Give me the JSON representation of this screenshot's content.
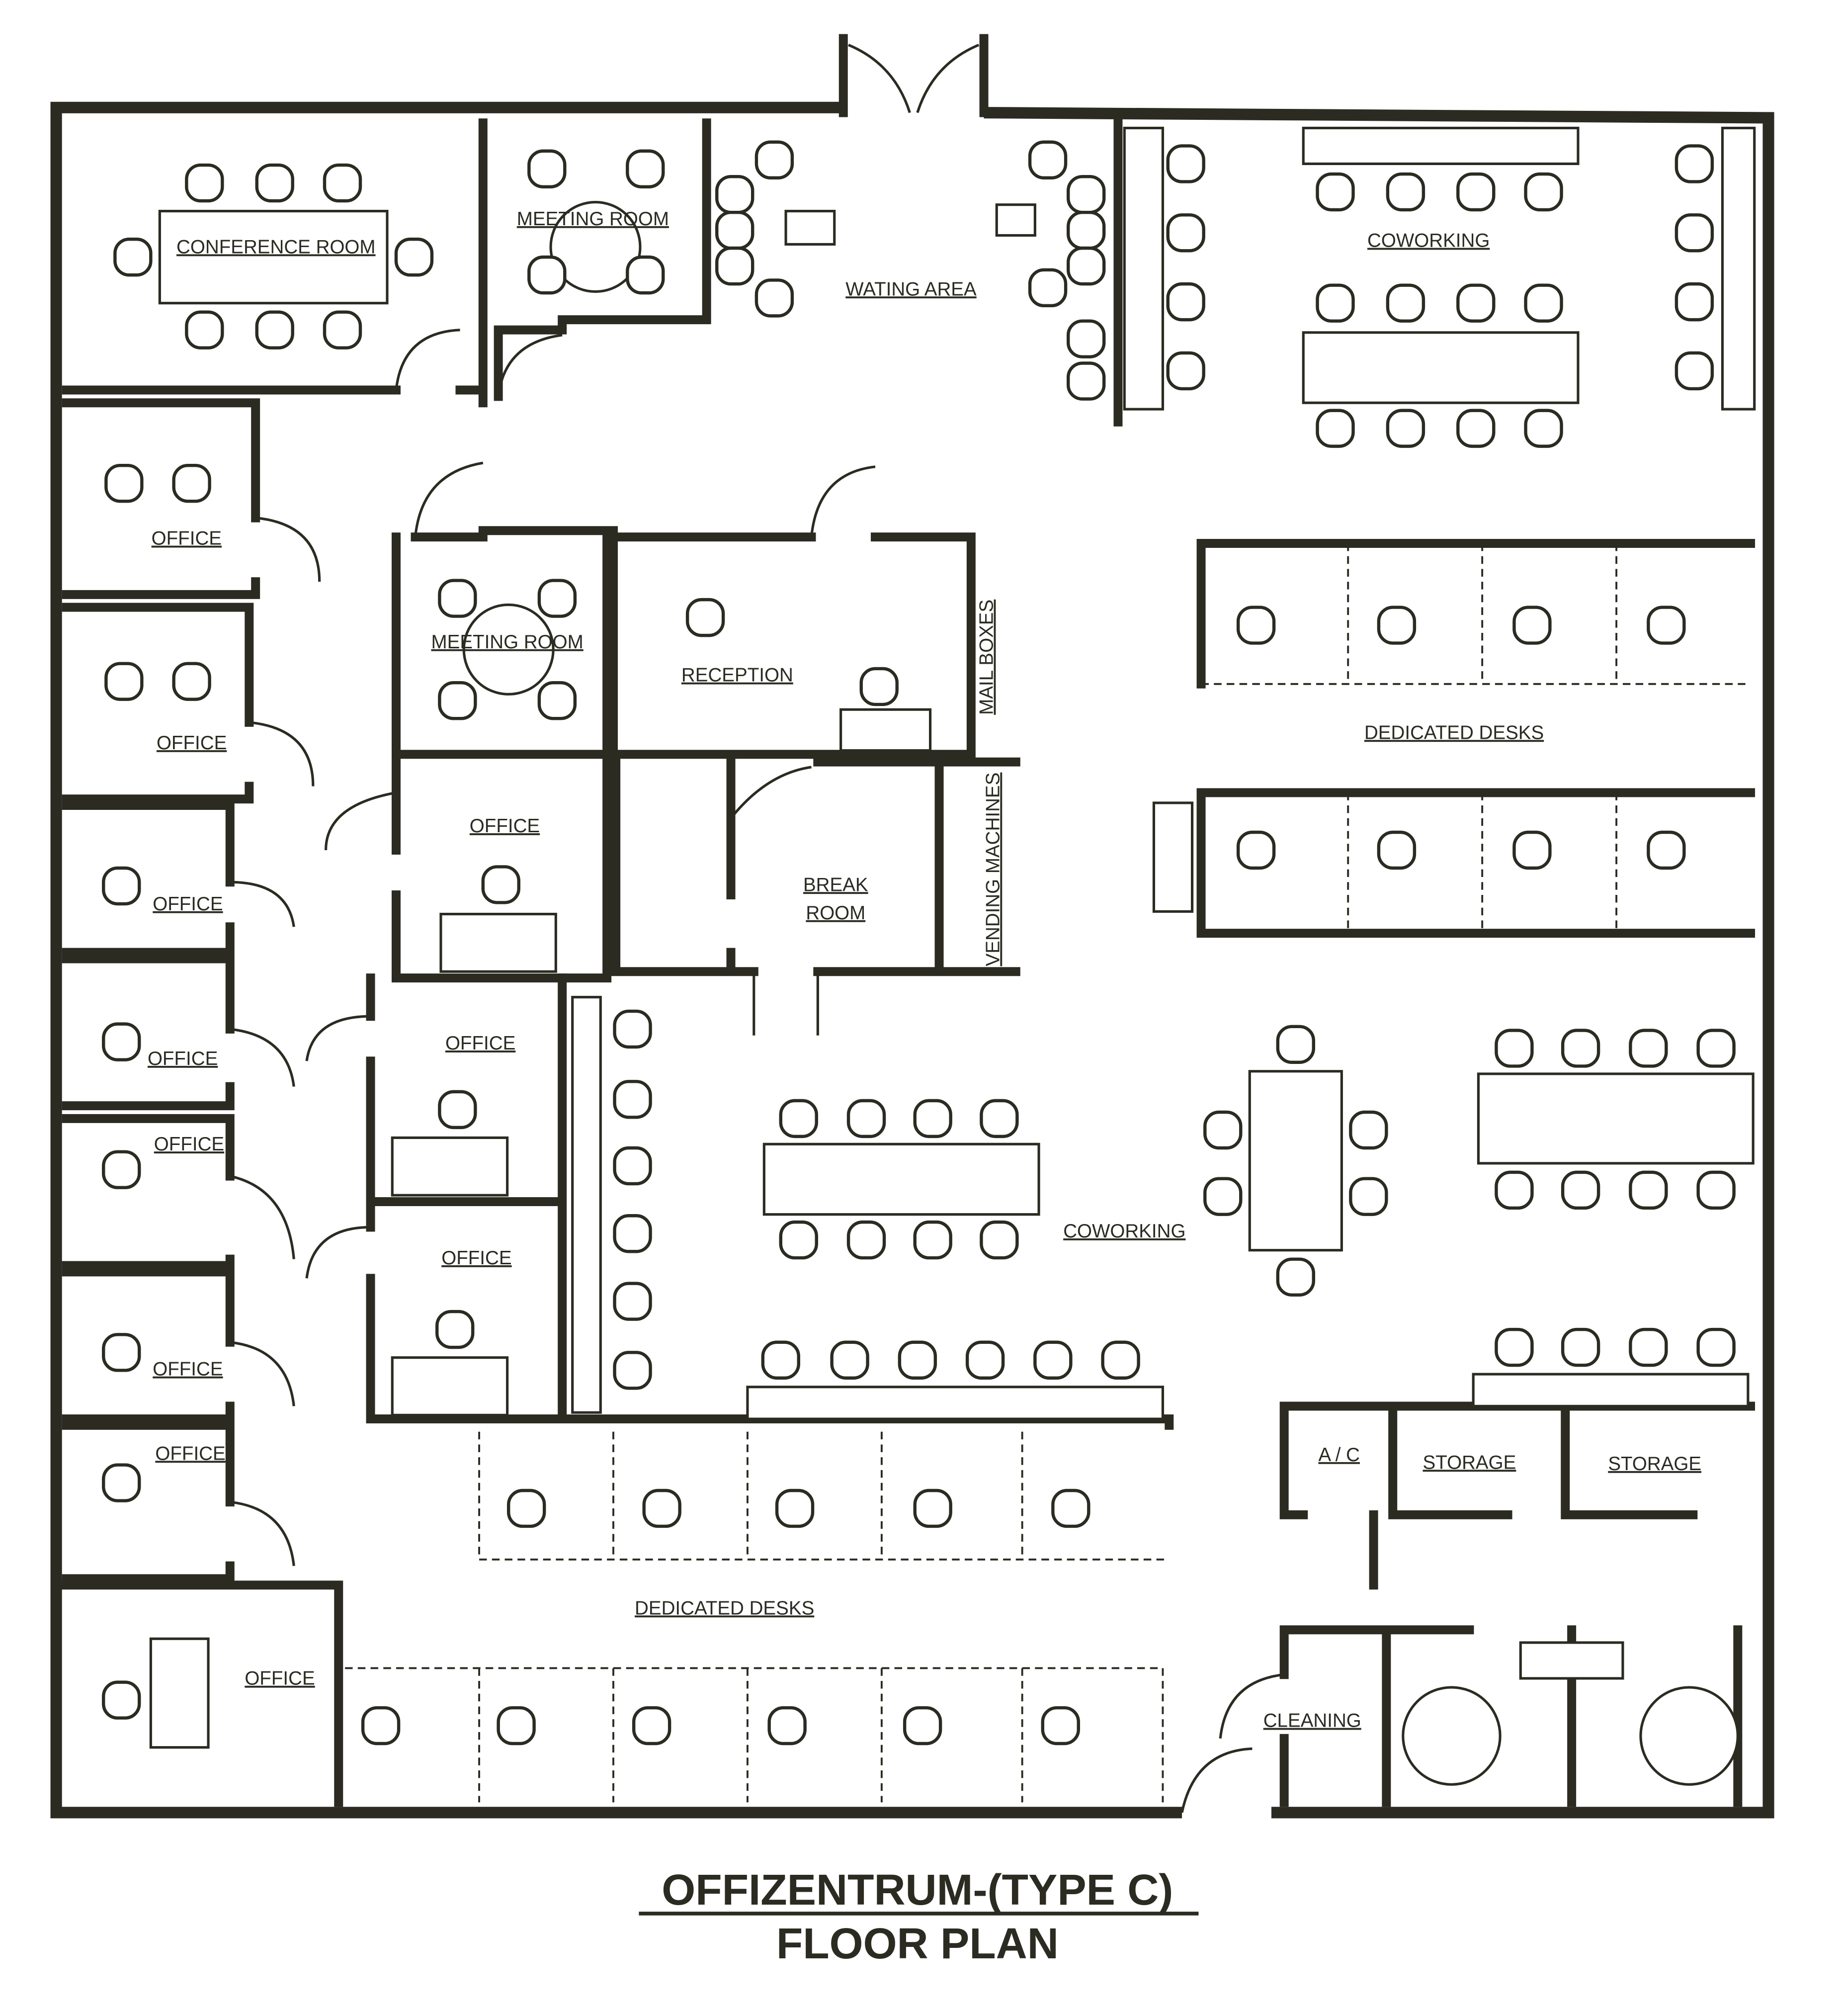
{
  "title": "OFFIZENTRUM-(TYPE C)",
  "subtitle": "FLOOR PLAN",
  "rooms": {
    "conference_room": "CONFERENCE ROOM",
    "meeting_room_top": "MEETING ROOM",
    "waiting_area": "WATING AREA",
    "coworking_top": "COWORKING",
    "meeting_room_center": "MEETING ROOM",
    "reception": "RECEPTION",
    "mail_boxes": "MAIL BOXES",
    "vending_machines": "VENDING MACHINES",
    "break_room_line1": "BREAK",
    "break_room_line2": "ROOM",
    "dedicated_desks_right": "DEDICATED DESKS",
    "coworking_center": "COWORKING",
    "ac": "A / C",
    "storage_1": "STORAGE",
    "storage_2": "STORAGE",
    "dedicated_desks_bottom": "DEDICATED DESKS",
    "cleaning": "CLEANING",
    "office": "OFFICE"
  }
}
